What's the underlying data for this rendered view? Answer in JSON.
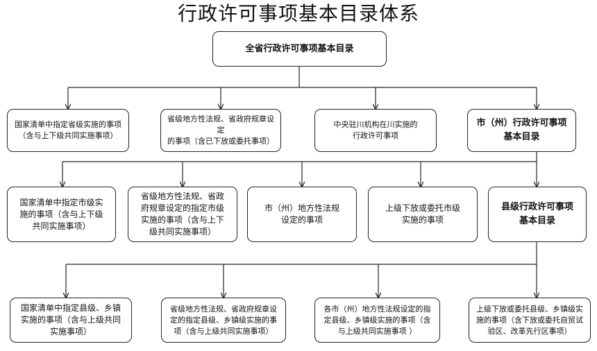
{
  "title": "行政许可事项基本目录体系",
  "root": "全省行政许可事项基本目录",
  "level1": [
    "国家清单中指定省级实施的事项\n（含与上下级共同实施事项）",
    "省级地方性法规、省政府规章设定\n的事项（含已下放或委托事项）",
    "中央驻川机构在川实施的\n行政许可事项",
    "市（州）行政许可事项\n基本目录"
  ],
  "level2": [
    "国家清单中指定市级实\n施的事项（含与上下级\n共同实施事项）",
    "省级地方性法规、省政\n府规章设定的指定市级\n实施的事项（含与上下\n级共同实施事项）",
    "市（州）地方性法规\n设定的事项",
    "上级下放或委托市级\n实施的事项",
    "县级行政许可事项\n基本目录"
  ],
  "level3": [
    "国家清单中指定县级、乡镇\n实施的事项（含与上级共同\n实施事项）",
    "省级地方性法规、省政府规章设\n定的指定县级、乡镇级实施的事\n项（含与上级共同实施事项）",
    "各市（州）地方性法规设定的指\n定县级、乡镇级实施的事项（含\n与上级共同实施事项 ）",
    "上级下放或委托县级、乡镇级实\n施的事项（含下放或委托自贸试\n验区、改革先行区事项）"
  ]
}
